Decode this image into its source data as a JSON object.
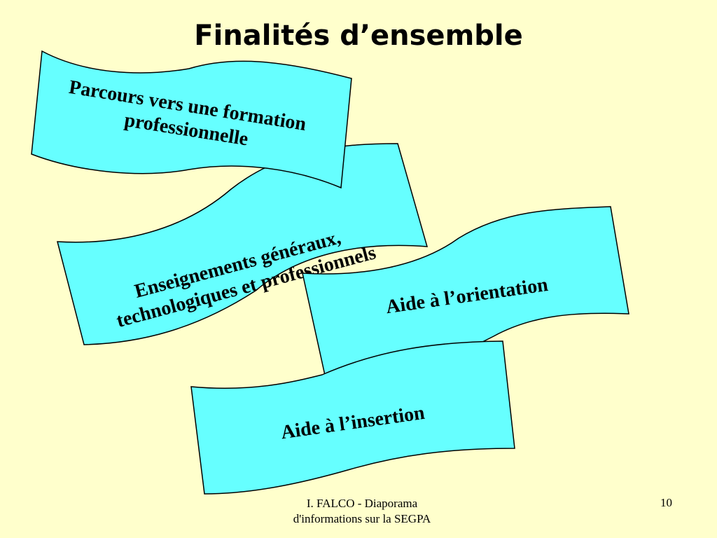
{
  "slide": {
    "title": "Finalités d’ensemble",
    "banners": [
      {
        "id": "parcours",
        "lines": [
          "Parcours vers une formation",
          "professionnelle"
        ]
      },
      {
        "id": "enseignements",
        "lines": [
          "Enseignements généraux,",
          "technologiques et professionnels"
        ]
      },
      {
        "id": "orientation",
        "lines": [
          "Aide à l’orientation"
        ]
      },
      {
        "id": "insertion",
        "lines": [
          "Aide à l’insertion"
        ]
      }
    ],
    "footer": {
      "line1": "I. FALCO - Diaporama",
      "line2": "d'informations sur la SEGPA",
      "page_number": "10"
    },
    "colors": {
      "background": "#ffffcc",
      "banner_fill": "#66ffff",
      "banner_stroke": "#000000"
    }
  }
}
